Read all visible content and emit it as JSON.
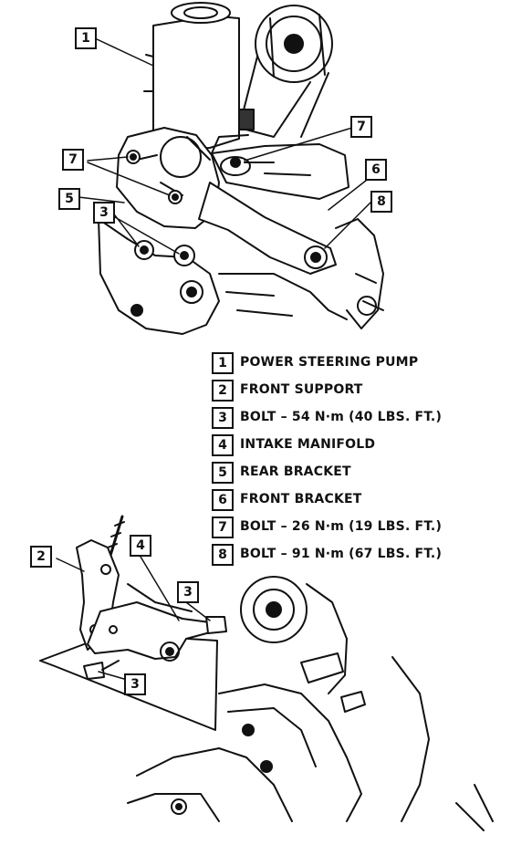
{
  "callouts": {
    "top": [
      "1",
      "7",
      "7",
      "6",
      "5",
      "8",
      "3"
    ],
    "bottom": [
      "2",
      "4",
      "3",
      "3"
    ]
  },
  "legend": [
    {
      "num": "1",
      "text": "POWER STEERING PUMP"
    },
    {
      "num": "2",
      "text": "FRONT SUPPORT"
    },
    {
      "num": "3",
      "text": "BOLT – 54 N·m (40 LBS. FT.)"
    },
    {
      "num": "4",
      "text": "INTAKE MANIFOLD"
    },
    {
      "num": "5",
      "text": "REAR BRACKET"
    },
    {
      "num": "6",
      "text": "FRONT BRACKET"
    },
    {
      "num": "7",
      "text": "BOLT – 26 N·m (19 LBS. FT.)"
    },
    {
      "num": "8",
      "text": "BOLT – 91 N·m (67 LBS. FT.)"
    }
  ]
}
